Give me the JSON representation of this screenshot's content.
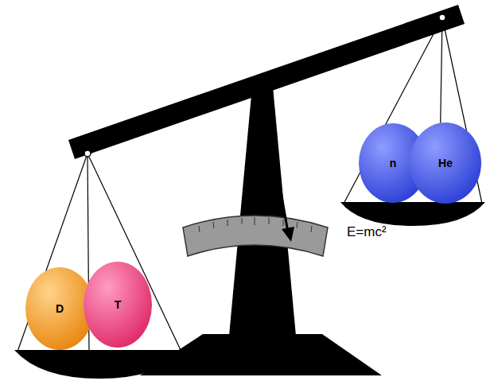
{
  "diagram": {
    "nodes": [
      {
        "text": [
          "D"
        ]
      },
      {
        "text": [
          "T"
        ]
      },
      {
        "text": [
          "n"
        ]
      },
      {
        "text": [
          "He"
        ]
      }
    ],
    "labels": [
      "E=mc²"
    ]
  }
}
